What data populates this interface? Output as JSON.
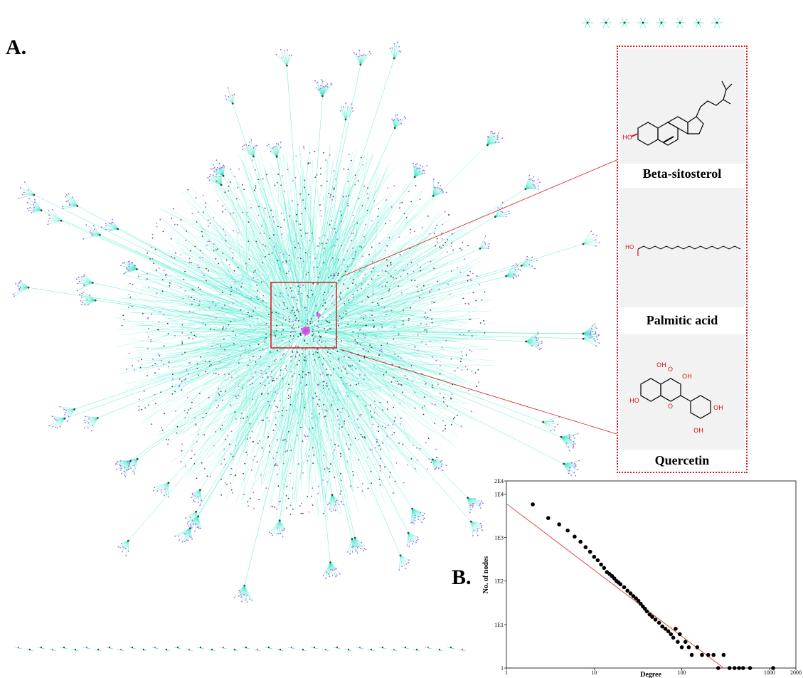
{
  "panels": {
    "a_label": "A.",
    "b_label": "B."
  },
  "inset": {
    "molecules": [
      {
        "name": "Beta-sitosterol"
      },
      {
        "name": "Palmitic acid"
      },
      {
        "name": "Quercetin"
      }
    ],
    "border_color": "#d41c1c"
  },
  "network": {
    "edge_color": "#19e6c1",
    "node_colors": [
      "#2b4a3c",
      "#b45ae0",
      "#e040e8"
    ],
    "hub_color": "#e040e8",
    "highlight_box_color": "#d41c1c"
  },
  "chart_data": {
    "type": "scatter",
    "xscale": "log",
    "yscale": "log",
    "xlabel": "Degree",
    "ylabel": "No. of nodes",
    "xlim": [
      1,
      2000
    ],
    "ylim": [
      1,
      20000
    ],
    "x_ticks": [
      "1",
      "10",
      "100",
      "1000",
      "2000"
    ],
    "y_ticks": [
      "1",
      "1E1",
      "1E2",
      "1E3",
      "1E4",
      "2E4"
    ],
    "fit_line": {
      "x": [
        1,
        300
      ],
      "y": [
        6000,
        1
      ]
    },
    "points": [
      [
        2,
        5800
      ],
      [
        3,
        2800
      ],
      [
        4,
        2000
      ],
      [
        5,
        1450
      ],
      [
        6,
        1050
      ],
      [
        7,
        800
      ],
      [
        8,
        600
      ],
      [
        9,
        470
      ],
      [
        10,
        360
      ],
      [
        11,
        300
      ],
      [
        12,
        240
      ],
      [
        13,
        200
      ],
      [
        14,
        160
      ],
      [
        15,
        145
      ],
      [
        16,
        130
      ],
      [
        17,
        115
      ],
      [
        18,
        100
      ],
      [
        19,
        92
      ],
      [
        20,
        84
      ],
      [
        22,
        72
      ],
      [
        24,
        60
      ],
      [
        26,
        52
      ],
      [
        28,
        45
      ],
      [
        30,
        40
      ],
      [
        32,
        35
      ],
      [
        34,
        30
      ],
      [
        36,
        26
      ],
      [
        38,
        23
      ],
      [
        40,
        20
      ],
      [
        43,
        17
      ],
      [
        46,
        15
      ],
      [
        50,
        13
      ],
      [
        55,
        11
      ],
      [
        60,
        9
      ],
      [
        65,
        8
      ],
      [
        70,
        7
      ],
      [
        75,
        6
      ],
      [
        80,
        5
      ],
      [
        85,
        8
      ],
      [
        90,
        4
      ],
      [
        95,
        6
      ],
      [
        100,
        3
      ],
      [
        110,
        4
      ],
      [
        120,
        3
      ],
      [
        130,
        2
      ],
      [
        150,
        3
      ],
      [
        170,
        2
      ],
      [
        200,
        2
      ],
      [
        230,
        2
      ],
      [
        260,
        1
      ],
      [
        300,
        2
      ],
      [
        350,
        1
      ],
      [
        400,
        1
      ],
      [
        450,
        1
      ],
      [
        500,
        1
      ],
      [
        600,
        1
      ],
      [
        1100,
        1
      ]
    ]
  }
}
